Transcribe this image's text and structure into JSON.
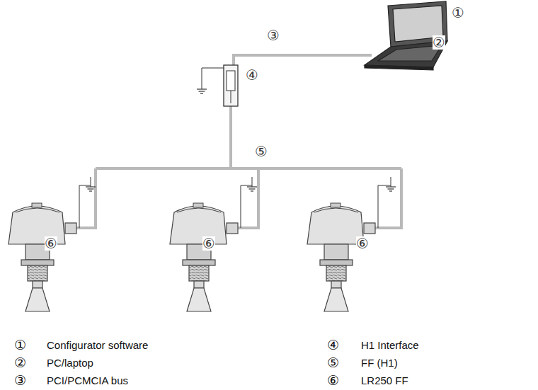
{
  "diagram": {
    "labels": [
      "①",
      "②",
      "③",
      "④",
      "⑤",
      "⑥",
      "⑥",
      "⑥",
      "①",
      "Configurator software",
      "②",
      "PC/laptop",
      "③",
      "PCI/PCMCIA bus",
      "④",
      "H1 Interface",
      "⑤",
      "FF (H1)",
      "⑥",
      "LR250 FF"
    ]
  }
}
